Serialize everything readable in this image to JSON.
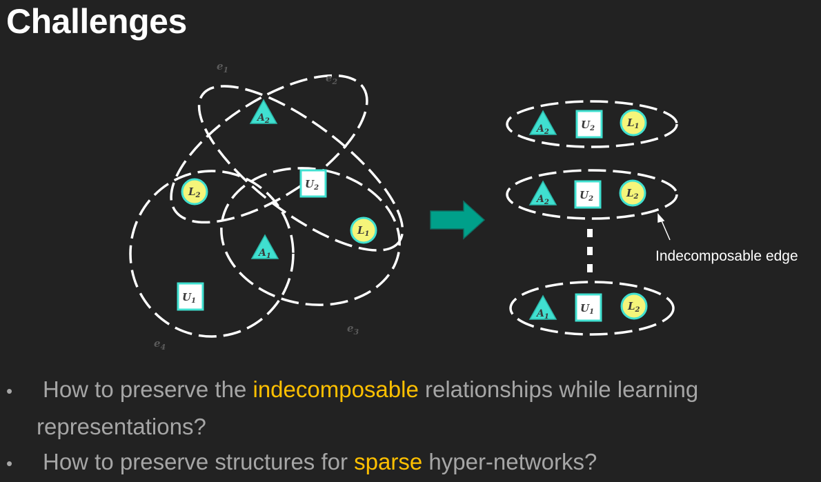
{
  "title": "Challenges",
  "diagram": {
    "edges": [
      "e1",
      "e2",
      "e3",
      "e4"
    ],
    "nodes": {
      "A2": {
        "base": "A",
        "sub": "2"
      },
      "A1": {
        "base": "A",
        "sub": "1"
      },
      "U2": {
        "base": "U",
        "sub": "2"
      },
      "U1": {
        "base": "U",
        "sub": "1"
      },
      "L2": {
        "base": "L",
        "sub": "2"
      },
      "L1": {
        "base": "L",
        "sub": "1"
      }
    },
    "annotation": "Indecomposable edge",
    "colors": {
      "triangle": "#40e0d0",
      "square": "#ffffff",
      "square_border": "#40e0d0",
      "circle": "#f5f57a",
      "circle_border": "#40e0d0",
      "arrow": "#00a08a",
      "highlight": "#ffc000"
    }
  },
  "bullets": [
    {
      "pre": "How to preserve the ",
      "hl": "indecomposable",
      "post": " relationships while learning",
      "cont": "representations?"
    },
    {
      "pre": "How to preserve structures for ",
      "hl": "sparse",
      "post": " hyper-networks?"
    }
  ]
}
